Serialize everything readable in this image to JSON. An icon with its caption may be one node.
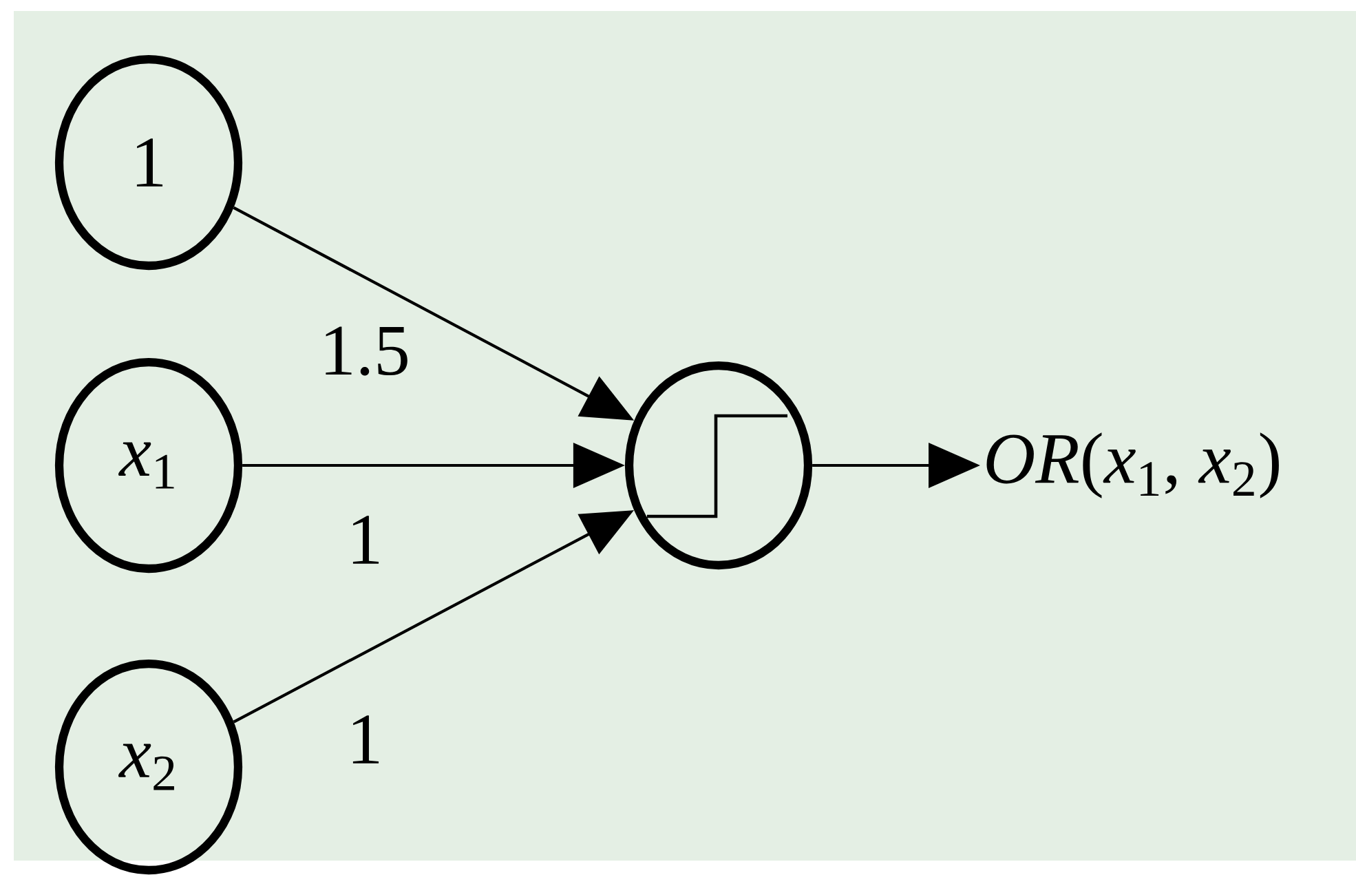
{
  "diagram": {
    "nodes": [
      {
        "text": [
          "1"
        ]
      },
      {
        "text": [
          "*x*$_{1}$"
        ]
      },
      {
        "text": [
          "*x*$_{2}$"
        ]
      },
      {
        "text": [],
        "shape": "circle"
      },
      {
        "text": [
          "*OR*(*x*$_{1}$, *x*$_{2}$)"
        ]
      }
    ],
    "edges": [
      {
        "from": 0,
        "to": 3,
        "arrow": "to",
        "label": "1.5"
      },
      {
        "from": 1,
        "to": 3,
        "arrow": "to",
        "label": "1"
      },
      {
        "from": 2,
        "to": 3,
        "arrow": "to",
        "label": "1"
      },
      {
        "from": 3,
        "to": 4,
        "arrow": "to"
      }
    ]
  }
}
